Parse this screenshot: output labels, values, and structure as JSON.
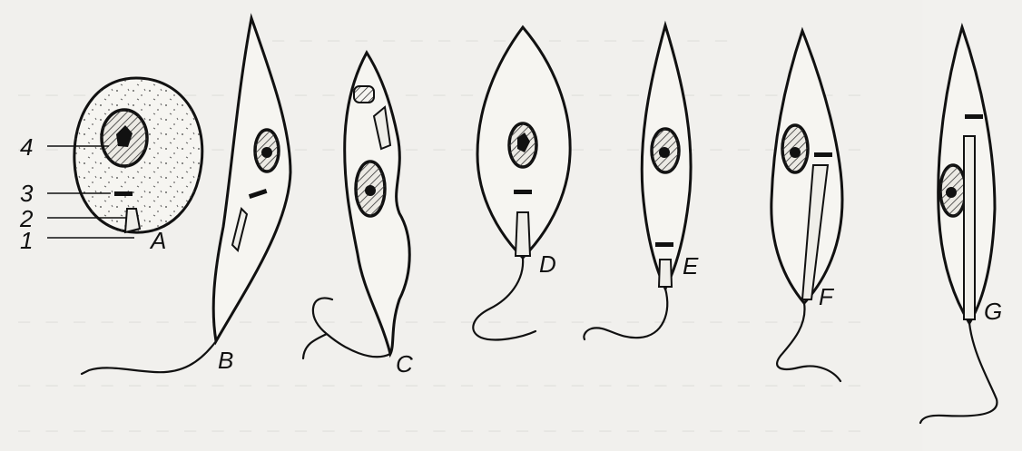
{
  "figure": {
    "stage_labels": [
      "A",
      "B",
      "C",
      "D",
      "E",
      "F",
      "G"
    ],
    "part_labels": [
      "4",
      "3",
      "2",
      "1"
    ]
  }
}
